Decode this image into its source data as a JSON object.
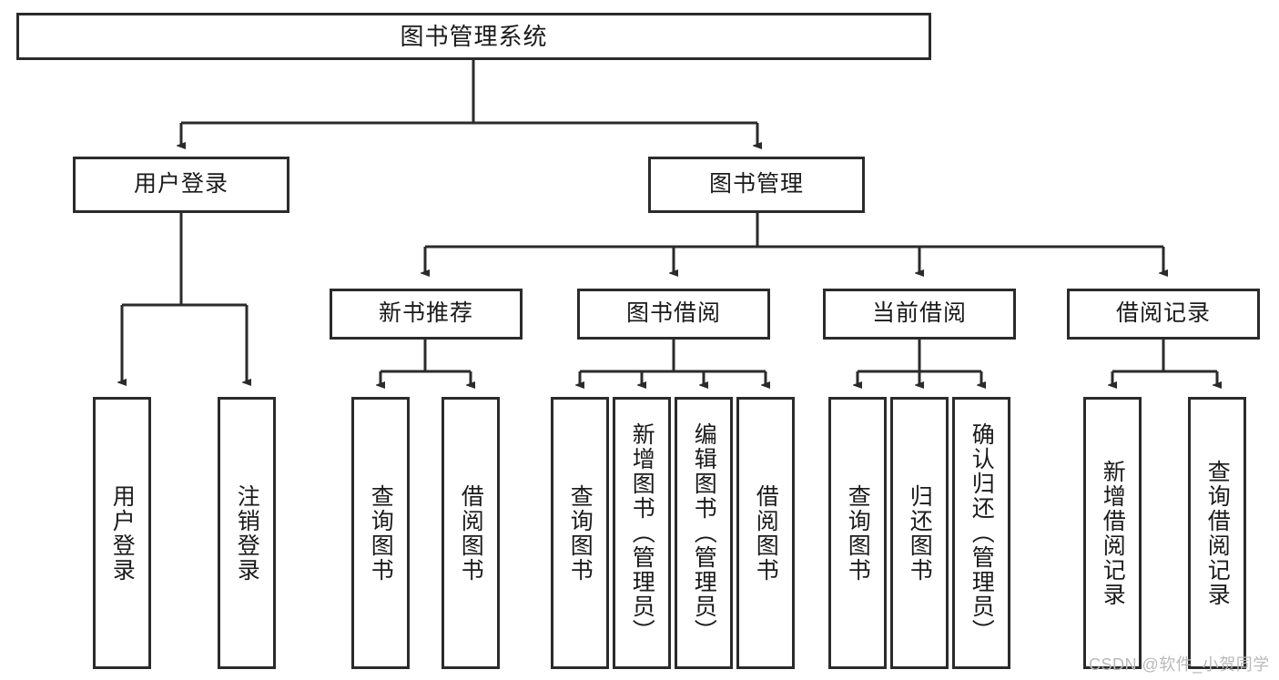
{
  "diagram": {
    "type": "hierarchy-tree",
    "title": "图书管理系统",
    "root": {
      "label": "图书管理系统",
      "name": "root-library-management-system"
    },
    "level2": [
      {
        "label": "用户登录",
        "name": "node-user-login"
      },
      {
        "label": "图书管理",
        "name": "node-book-management"
      }
    ],
    "level3": [
      {
        "label": "新书推荐",
        "name": "node-new-book-recommendation"
      },
      {
        "label": "图书借阅",
        "name": "node-book-borrow"
      },
      {
        "label": "当前借阅",
        "name": "node-current-borrow"
      },
      {
        "label": "借阅记录",
        "name": "node-borrow-record"
      }
    ],
    "leaves": {
      "user_login": [
        {
          "label": "用户登录",
          "name": "leaf-user-login"
        },
        {
          "label": "注销登录",
          "name": "leaf-logout"
        }
      ],
      "new_book_recommendation": [
        {
          "label": "查询图书",
          "name": "leaf-query-book-recommend"
        },
        {
          "label": "借阅图书",
          "name": "leaf-borrow-book-recommend"
        }
      ],
      "book_borrow": [
        {
          "label": "查询图书",
          "name": "leaf-query-book-borrow"
        },
        {
          "label": "新增图书（管理员）",
          "name": "leaf-add-book-admin"
        },
        {
          "label": "编辑图书（管理员）",
          "name": "leaf-edit-book-admin"
        },
        {
          "label": "借阅图书",
          "name": "leaf-borrow-book"
        }
      ],
      "current_borrow": [
        {
          "label": "查询图书",
          "name": "leaf-query-book-current"
        },
        {
          "label": "归还图书",
          "name": "leaf-return-book"
        },
        {
          "label": "确认归还（管理员）",
          "name": "leaf-confirm-return-admin"
        }
      ],
      "borrow_record": [
        {
          "label": "新增借阅记录",
          "name": "leaf-add-borrow-record"
        },
        {
          "label": "查询借阅记录",
          "name": "leaf-query-borrow-record"
        }
      ]
    },
    "colors": {
      "border": "#2b2b2b",
      "background": "#ffffff",
      "text": "#1a1a1a",
      "connector": "#2b2b2b",
      "watermark": "#b9b9b9"
    }
  },
  "watermark": {
    "text": "CSDN @软件_小贺同学"
  }
}
